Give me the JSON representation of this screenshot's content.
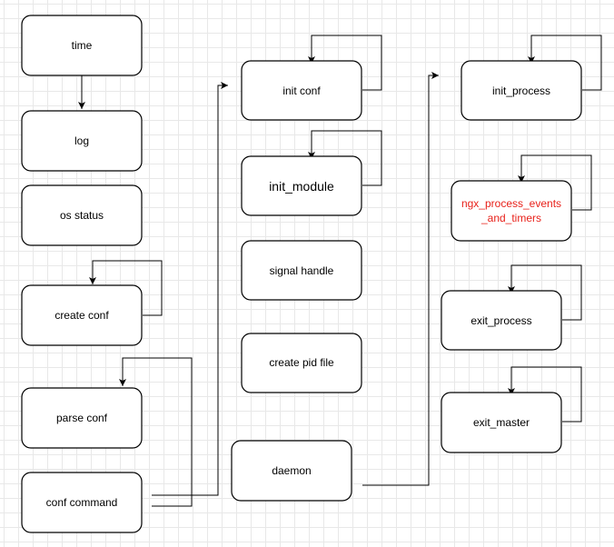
{
  "diagram": {
    "title": "",
    "nodes": [
      {
        "id": "time",
        "label": "time",
        "color": "#000000"
      },
      {
        "id": "log",
        "label": "log",
        "color": "#000000"
      },
      {
        "id": "os_status",
        "label": "os status",
        "color": "#000000"
      },
      {
        "id": "create_conf",
        "label": "create conf",
        "color": "#000000"
      },
      {
        "id": "parse_conf",
        "label": "parse conf",
        "color": "#000000"
      },
      {
        "id": "conf_command",
        "label": "conf command",
        "color": "#000000"
      },
      {
        "id": "init_conf",
        "label": "init conf",
        "color": "#000000"
      },
      {
        "id": "init_module",
        "label": "init_module",
        "color": "#000000"
      },
      {
        "id": "signal_handle",
        "label": "signal handle",
        "color": "#000000"
      },
      {
        "id": "create_pid_file",
        "label": "create pid file",
        "color": "#000000"
      },
      {
        "id": "daemon",
        "label": "daemon",
        "color": "#000000"
      },
      {
        "id": "init_process",
        "label": "init_process",
        "color": "#000000"
      },
      {
        "id": "ngx_process_events",
        "label_line1": "ngx_process_events",
        "label_line2": "_and_timers",
        "color": "#e8211a"
      },
      {
        "id": "exit_process",
        "label": "exit_process",
        "color": "#000000"
      },
      {
        "id": "exit_master",
        "label": "exit_master",
        "color": "#000000"
      }
    ],
    "edges": [
      {
        "from": "time",
        "to": "log",
        "kind": "arrow"
      },
      {
        "from": "create_conf",
        "to": "create_conf",
        "kind": "self-loop"
      },
      {
        "from": "conf_command",
        "to": "parse_conf",
        "kind": "arrow"
      },
      {
        "from": "conf_command",
        "to": "init_conf",
        "kind": "arrow"
      },
      {
        "from": "init_conf",
        "to": "init_conf",
        "kind": "self-loop"
      },
      {
        "from": "init_module",
        "to": "init_module",
        "kind": "self-loop"
      },
      {
        "from": "daemon",
        "to": "init_process",
        "kind": "arrow"
      },
      {
        "from": "init_process",
        "to": "init_process",
        "kind": "self-loop"
      },
      {
        "from": "ngx_process_events",
        "to": "ngx_process_events",
        "kind": "self-loop"
      },
      {
        "from": "exit_process",
        "to": "exit_process",
        "kind": "self-loop"
      },
      {
        "from": "exit_master",
        "to": "exit_master",
        "kind": "self-loop"
      }
    ]
  }
}
